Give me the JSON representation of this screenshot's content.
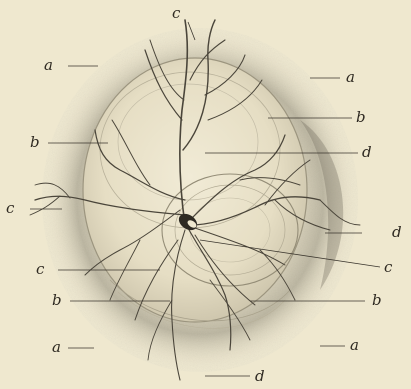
{
  "figure": {
    "labels": [
      {
        "id": "a-top-left",
        "text": "a"
      },
      {
        "id": "a-top-right",
        "text": "a"
      },
      {
        "id": "a-bottom-left",
        "text": "a"
      },
      {
        "id": "a-bottom-right",
        "text": "a"
      },
      {
        "id": "b-left",
        "text": "b"
      },
      {
        "id": "b-right",
        "text": "b"
      },
      {
        "id": "b-lower-left",
        "text": "b"
      },
      {
        "id": "b-lower-right",
        "text": "b"
      },
      {
        "id": "c-top",
        "text": "c"
      },
      {
        "id": "c-left",
        "text": "c"
      },
      {
        "id": "c-lower-left",
        "text": "c"
      },
      {
        "id": "c-right",
        "text": "c"
      },
      {
        "id": "d-upper-right",
        "text": "d"
      },
      {
        "id": "d-right",
        "text": "d"
      },
      {
        "id": "d-bottom",
        "text": "d"
      }
    ]
  }
}
